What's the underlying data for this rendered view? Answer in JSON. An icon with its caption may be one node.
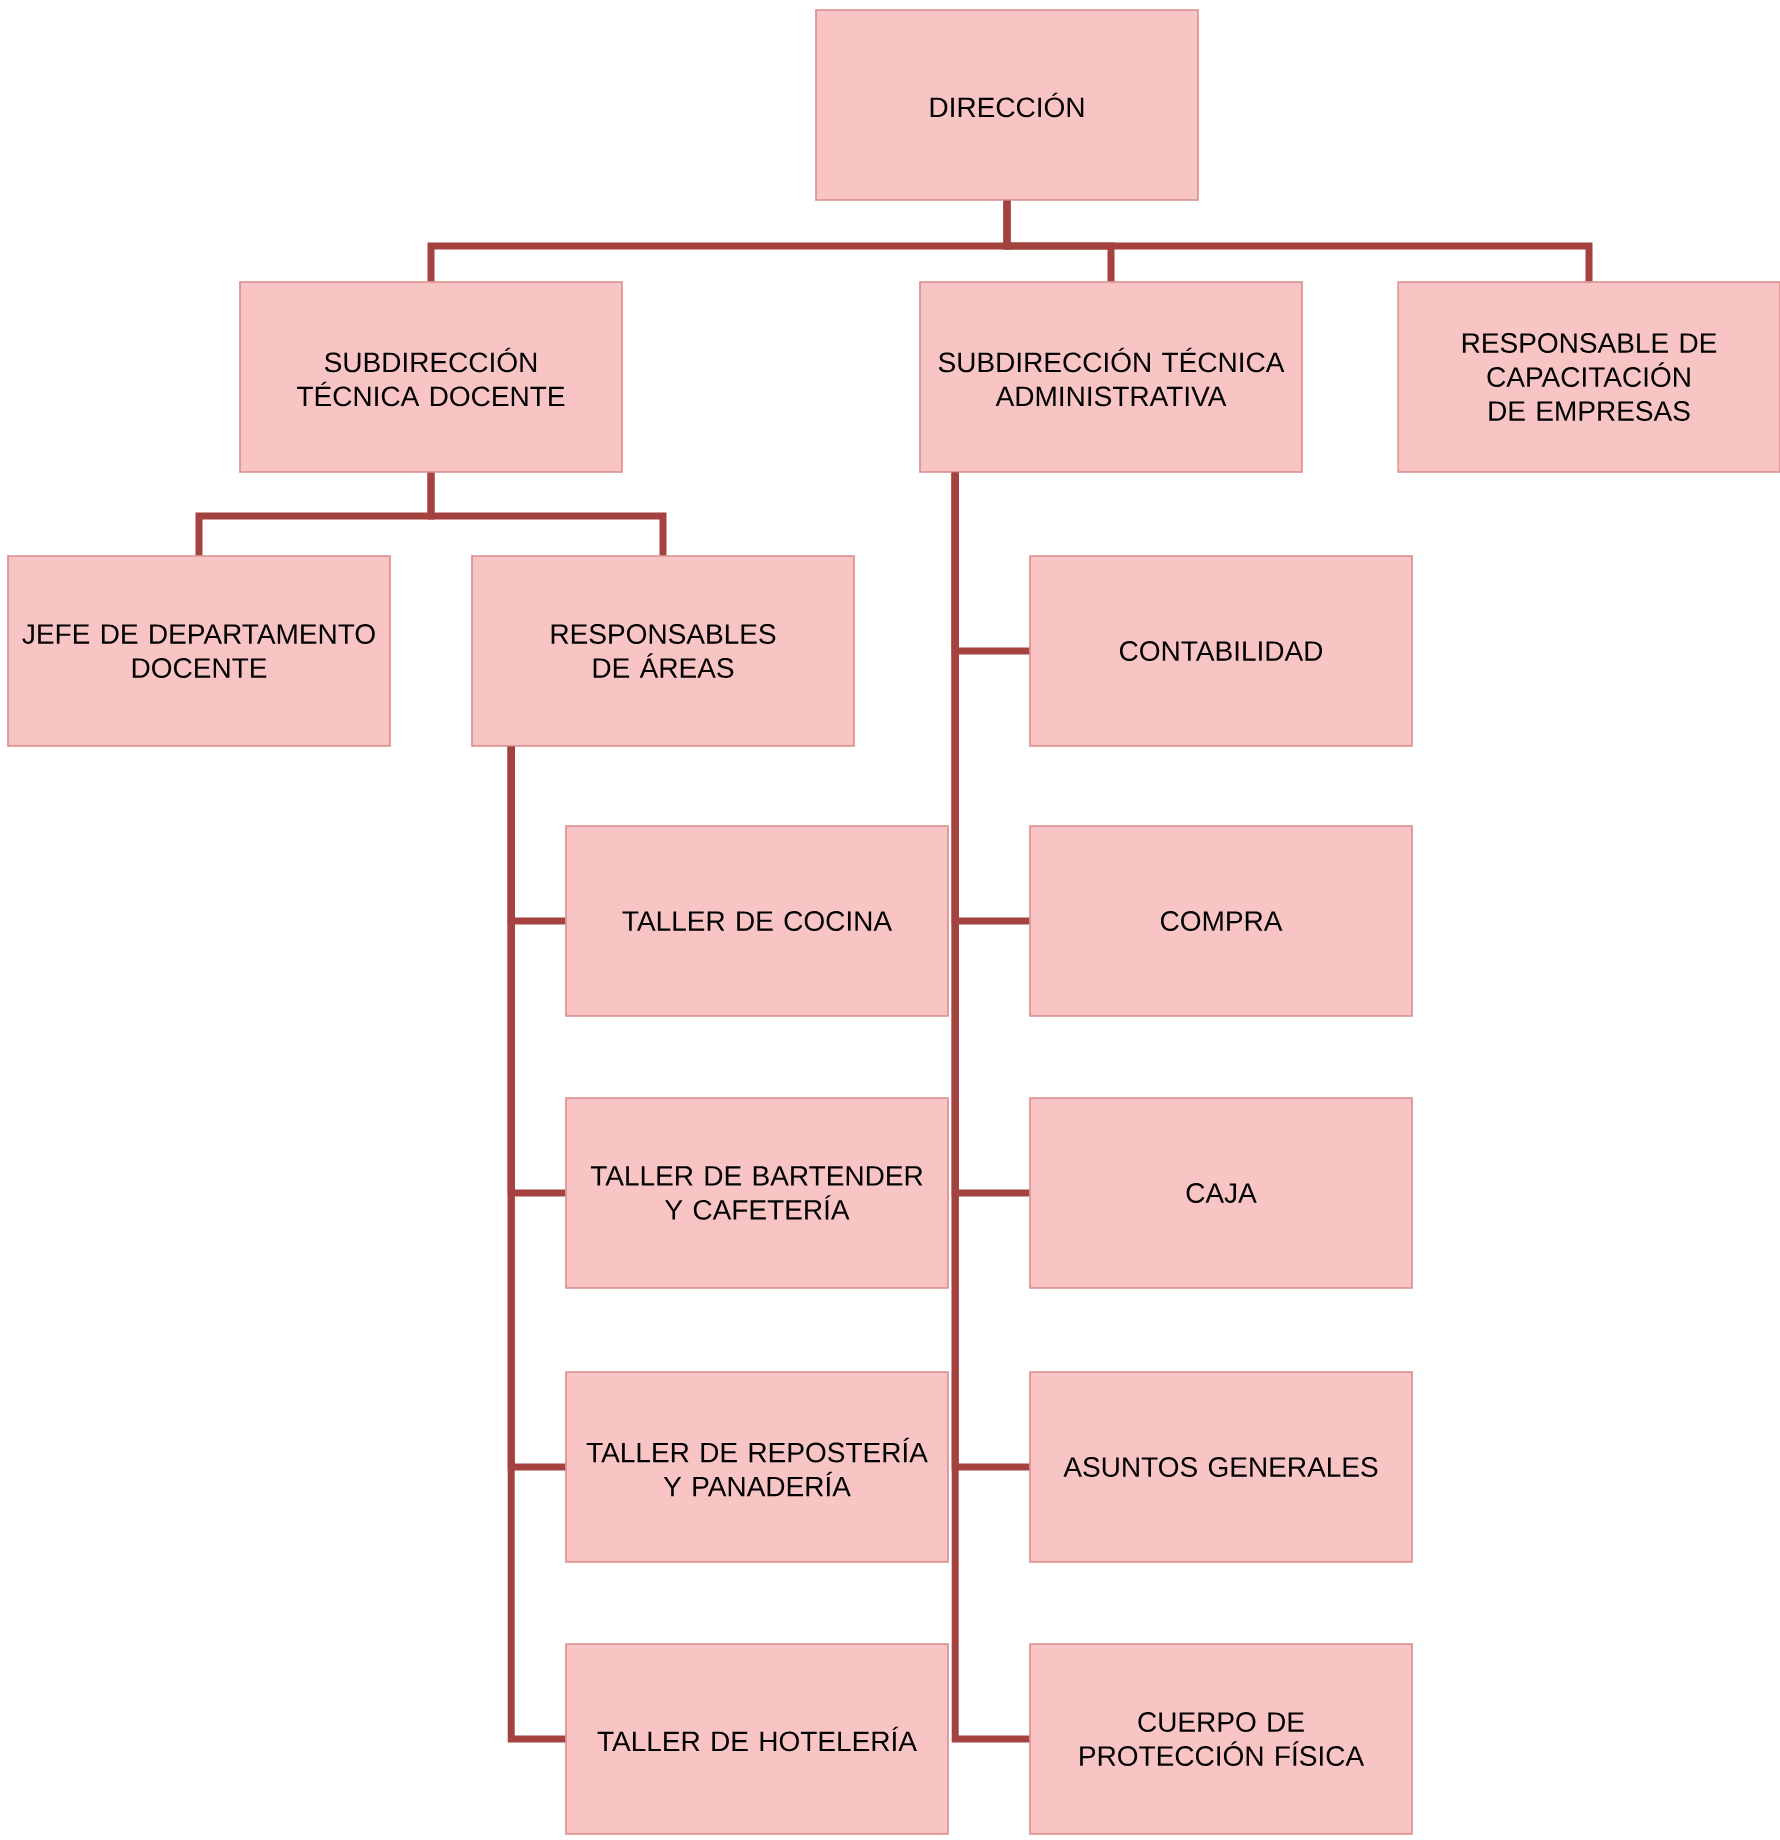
{
  "diagram": {
    "nodes": [
      {
        "text": [
          "DIRECCIÓN"
        ]
      },
      {
        "text": [
          "SUBDIRECCIÓN TÉCNICA DOCENTE"
        ]
      },
      {
        "text": [
          "SUBDIRECCIÓN TÉCNICA ADMINISTRATIVA"
        ]
      },
      {
        "text": [
          "RESPONSABLE DE CAPACITACIÓN DE EMPRESAS"
        ]
      },
      {
        "text": [
          "JEFE DE DEPARTAMENTO DOCENTE"
        ]
      },
      {
        "text": [
          "RESPONSABLES DE ÁREAS"
        ]
      },
      {
        "text": [
          "CONTABILIDAD"
        ]
      },
      {
        "text": [
          "TALLER DE COCINA"
        ]
      },
      {
        "text": [
          "COMPRA"
        ]
      },
      {
        "text": [
          "TALLER DE BARTENDER Y CAFETERÍA"
        ]
      },
      {
        "text": [
          "CAJA"
        ]
      },
      {
        "text": [
          "TALLER DE REPOSTERÍA Y PANADERÍA"
        ]
      },
      {
        "text": [
          "ASUNTOS GENERALES"
        ]
      },
      {
        "text": [
          "TALLER DE HOTELERÍA"
        ]
      },
      {
        "text": [
          "CUERPO DE PROTECCIÓN FÍSICA"
        ]
      }
    ],
    "edges": [
      {
        "from": 0,
        "to": 1,
        "arrow": "none"
      },
      {
        "from": 0,
        "to": 2,
        "arrow": "none"
      },
      {
        "from": 0,
        "to": 3,
        "arrow": "none"
      },
      {
        "from": 1,
        "to": 4,
        "arrow": "none"
      },
      {
        "from": 1,
        "to": 5,
        "arrow": "none"
      },
      {
        "from": 5,
        "to": 7,
        "arrow": "none"
      },
      {
        "from": 5,
        "to": 9,
        "arrow": "none"
      },
      {
        "from": 5,
        "to": 11,
        "arrow": "none"
      },
      {
        "from": 5,
        "to": 13,
        "arrow": "none"
      },
      {
        "from": 2,
        "to": 6,
        "arrow": "none"
      },
      {
        "from": 2,
        "to": 8,
        "arrow": "none"
      },
      {
        "from": 2,
        "to": 10,
        "arrow": "none"
      },
      {
        "from": 2,
        "to": 12,
        "arrow": "none"
      },
      {
        "from": 2,
        "to": 14,
        "arrow": "none"
      }
    ]
  }
}
